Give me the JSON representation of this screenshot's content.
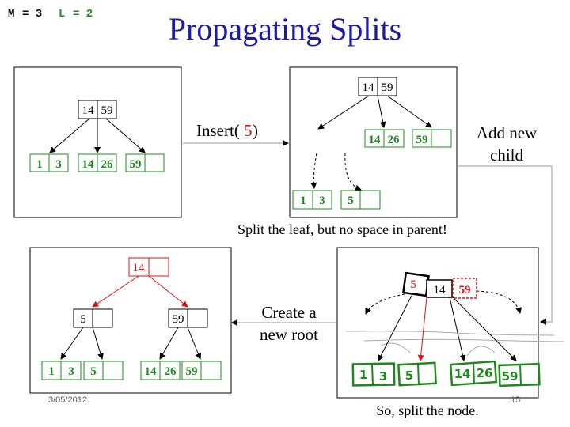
{
  "header": {
    "title": "Propagating Splits",
    "param_m_name": "M",
    "param_m_eq": "= 3",
    "param_l_name": "L",
    "param_l_eq": "= 2"
  },
  "colors": {
    "title": "#1a1aa6",
    "green": "#1e8a1e",
    "red": "#e01010",
    "black": "#000000",
    "gray": "#999999"
  },
  "step_labels": {
    "insert_prefix": "Insert(",
    "insert_value": "5",
    "insert_suffix": ")",
    "add_new_line1": "Add new",
    "add_new_line2": "child",
    "split_leaf": "Split the leaf, but no space in parent!",
    "create_root_line1": "Create a",
    "create_root_line2": "new root",
    "split_node": "So, split the node."
  },
  "panel1": {
    "root": [
      "14",
      "59"
    ],
    "leaves": [
      [
        "1",
        "3"
      ],
      [
        "14",
        "26"
      ],
      [
        "59",
        ""
      ]
    ]
  },
  "panel2": {
    "root": [
      "14",
      "59"
    ],
    "leaves_top": [
      [
        "14",
        "26"
      ],
      [
        "59",
        ""
      ]
    ],
    "leaves_bottom": [
      [
        "1",
        "3"
      ],
      [
        "5",
        ""
      ]
    ]
  },
  "panel3": {
    "parent": [
      "5",
      "14",
      "59"
    ],
    "leaves": [
      [
        "1",
        "3"
      ],
      [
        "5",
        ""
      ],
      [
        "14",
        "26"
      ],
      [
        "59",
        ""
      ]
    ]
  },
  "panel4": {
    "root": [
      "14",
      ""
    ],
    "internal": [
      [
        "5",
        ""
      ],
      [
        "59",
        ""
      ]
    ],
    "leaves": [
      [
        "1",
        "3"
      ],
      [
        "5",
        ""
      ],
      [
        "14",
        "26"
      ],
      [
        "59",
        ""
      ]
    ]
  },
  "footer": {
    "date": "3/05/2012",
    "page": "15"
  }
}
